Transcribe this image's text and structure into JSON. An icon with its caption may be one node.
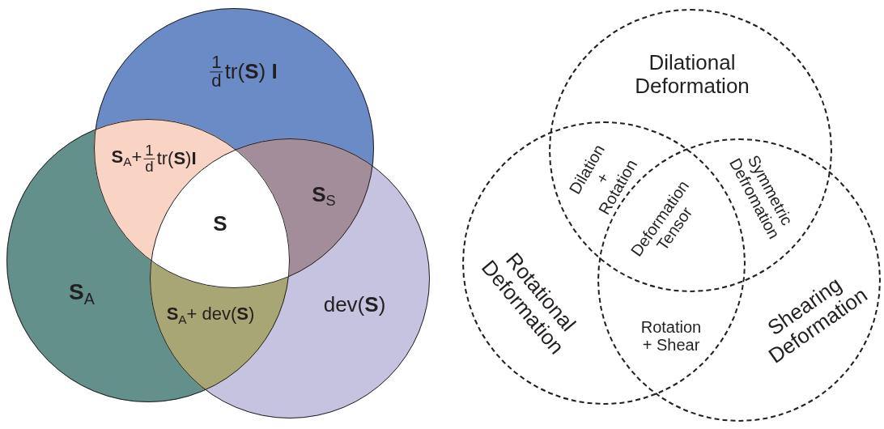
{
  "diagram": {
    "nodes": [
      {
        "text": [
          "1",
          "d",
          "tr(**S**) **I**"
        ]
      },
      {
        "text": [
          "**S**$_{A}$"
        ]
      },
      {
        "text": [
          "dev(**S**)"
        ]
      },
      {
        "text": [
          "Dilational Deformation"
        ]
      },
      {
        "text": [
          "Rotational Deformation"
        ]
      },
      {
        "text": [
          "Shearing Deformation"
        ]
      }
    ],
    "labels": [
      "**S**$_{A}$+",
      "1",
      "d",
      "tr(**S**)**I**",
      "**S**$_{S}$",
      "**S**",
      "**S**$_{A}$+ dev(**S**)",
      "Dilation + Rotation",
      "Symmetric Defromation",
      "Deformation Tensor",
      "Rotation + Shear"
    ]
  }
}
